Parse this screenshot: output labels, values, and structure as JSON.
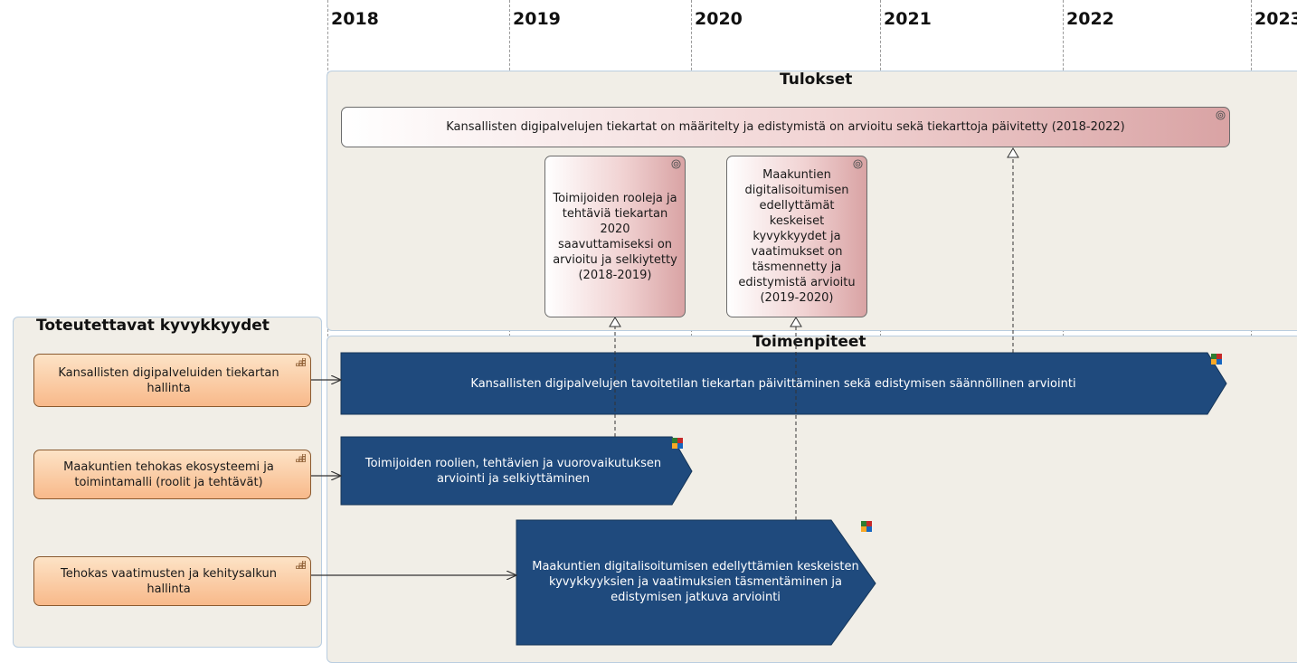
{
  "timeline": {
    "years": [
      "2018",
      "2019",
      "2020",
      "2021",
      "2022",
      "2023"
    ]
  },
  "panels": {
    "results_title": "Tulokset",
    "actions_title": "Toimenpiteet",
    "capabilities_title": "Toteutettavat kyvykkyydet"
  },
  "outcomes": {
    "main": "Kansallisten digipalvelujen tiekartat on määritelty ja edistymistä on arvioitu sekä tiekarttoja päivitetty (2018-2022)",
    "roles": "Toimijoiden rooleja ja tehtäviä tiekartan 2020 saavuttamiseksi on arvioitu ja selkiytetty (2018-2019)",
    "capabilities": "Maakuntien digitalisoitumisen edellyttämät keskeiset kyvykkyydet ja vaatimukset on täsmennetty ja edistymistä arvioitu (2019-2020)"
  },
  "capabilities": {
    "roadmap": "Kansallisten digipalveluiden tiekartan hallinta",
    "ecosystem": "Maakuntien tehokas ekosysteemi ja toimintamalli (roolit ja tehtävät)",
    "requirements": "Tehokas vaatimusten ja kehitysalkun hallinta"
  },
  "actions": {
    "roadmap_update": "Kansallisten digipalvelujen tavoitetilan tiekartan päivittäminen sekä edistymisen säännöllinen arviointi",
    "roles_assessment": "Toimijoiden roolien, tehtävien ja vuorovaikutuksen arviointi ja selkiyttäminen",
    "capability_refinement": "Maakuntien digitalisoitumisen edellyttämien keskeisten kyvykkyyksien ja vaatimuksien täsmentäminen ja edistymisen jatkuva arviointi"
  },
  "colors": {
    "work_package": "#1f4a7d",
    "capability_fill": "#f8b98a",
    "outcome_fill": "#d9a3a4",
    "panel_background": "#f1eee7"
  },
  "icons": {
    "outcome": "target-icon",
    "capability": "capability-grid-icon",
    "work_package": "work-package-icon"
  }
}
